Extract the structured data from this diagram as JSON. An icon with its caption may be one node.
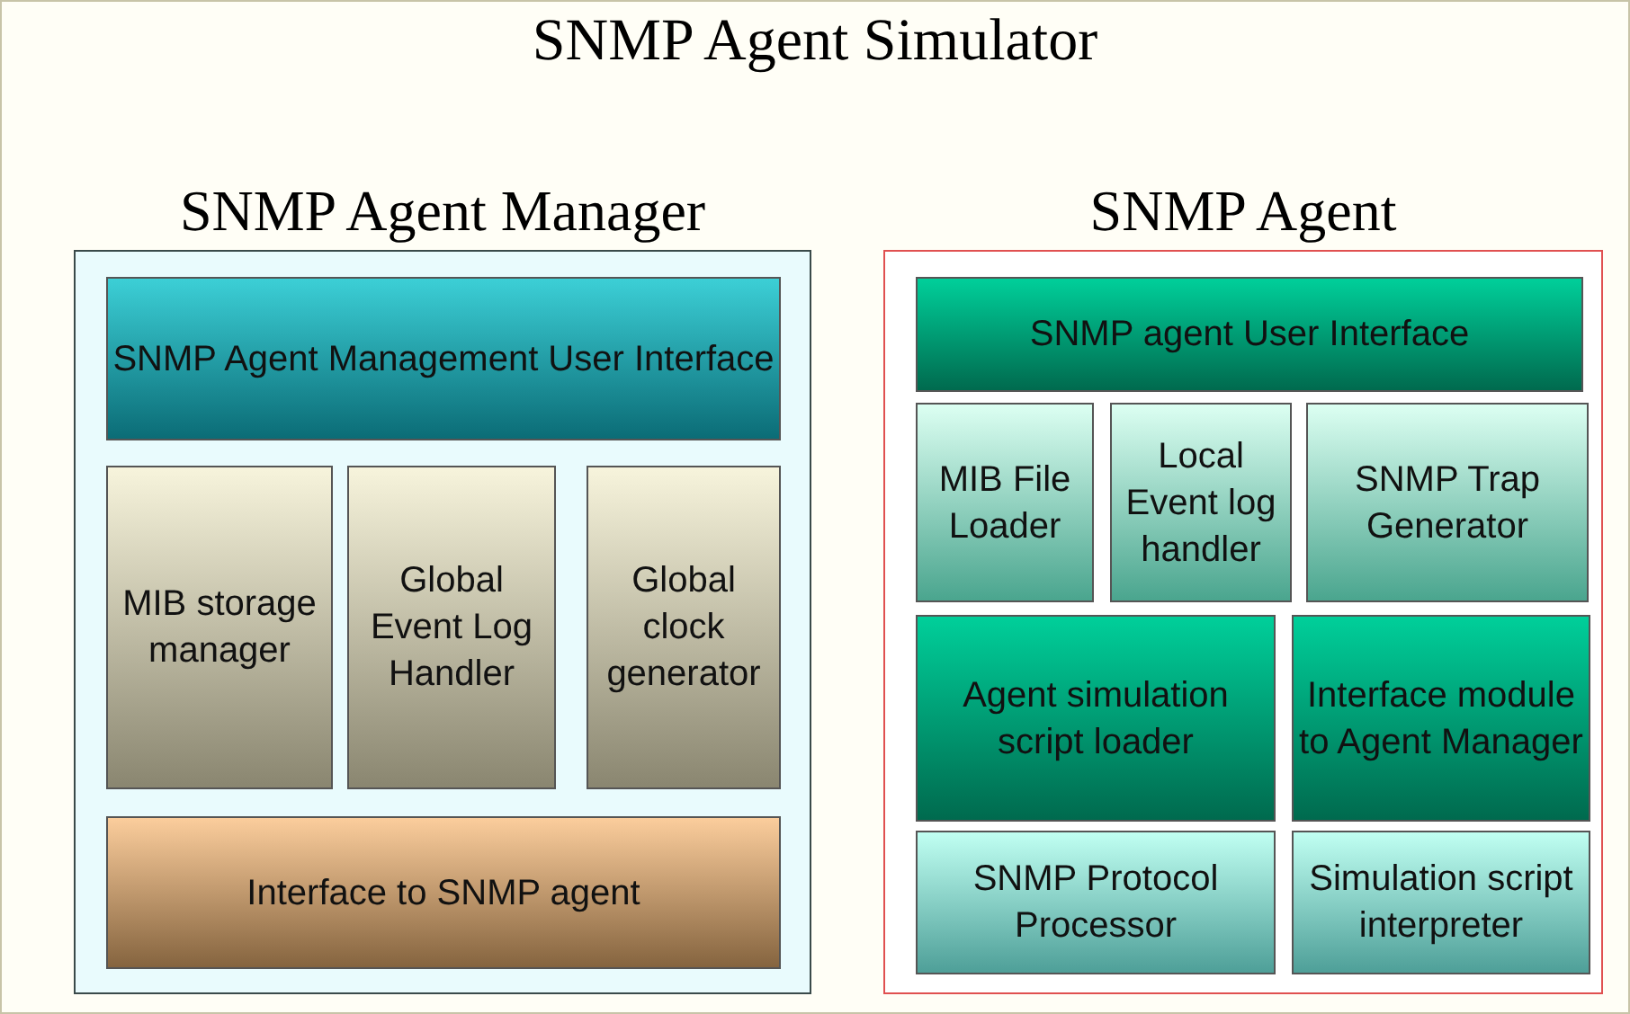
{
  "diagram": {
    "nodes": [
      {
        "text": [
          "SNMP Agent Simulator"
        ]
      },
      {
        "text": [
          "SNMP Agent Manager"
        ],
        "in": 0
      },
      {
        "text": [
          "SNMP Agent Management User Interface"
        ],
        "in": 1
      },
      {
        "text": [
          "MIB storage manager"
        ],
        "in": 1
      },
      {
        "text": [
          "Global Event Log Handler"
        ],
        "in": 1
      },
      {
        "text": [
          "Global clock generator"
        ],
        "in": 1
      },
      {
        "text": [
          "Interface to SNMP agent"
        ],
        "in": 1
      },
      {
        "text": [
          "SNMP Agent"
        ],
        "in": 0
      },
      {
        "text": [
          "SNMP agent User Interface"
        ],
        "in": 7
      },
      {
        "text": [
          "MIB File Loader"
        ],
        "in": 7
      },
      {
        "text": [
          "Local Event log handler"
        ],
        "in": 7
      },
      {
        "text": [
          "SNMP Trap Generator"
        ],
        "in": 7
      },
      {
        "text": [
          "Agent simulation script loader"
        ],
        "in": 7
      },
      {
        "text": [
          "Interface module to Agent Manager"
        ],
        "in": 7
      },
      {
        "text": [
          "SNMP Protocol Processor"
        ],
        "in": 7
      },
      {
        "text": [
          "Simulation script interpreter"
        ],
        "in": 7
      }
    ]
  }
}
